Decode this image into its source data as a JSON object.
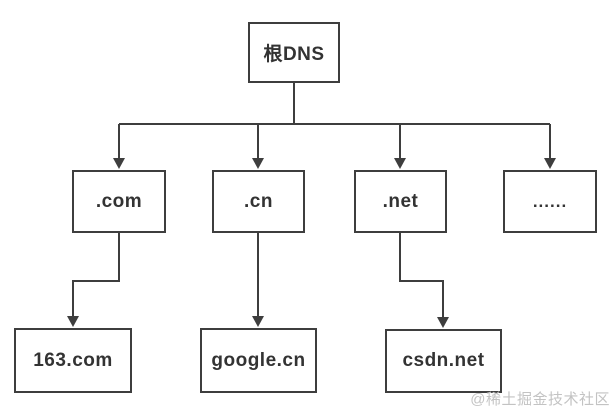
{
  "diagram": {
    "type": "hierarchy-tree",
    "topic": "DNS namespace hierarchy",
    "nodes": {
      "root": {
        "label": "根DNS",
        "level": 0
      },
      "com": {
        "label": ".com",
        "level": 1
      },
      "cn": {
        "label": ".cn",
        "level": 1
      },
      "net": {
        "label": ".net",
        "level": 1
      },
      "more": {
        "label": "......",
        "level": 1
      },
      "d163": {
        "label": "163.com",
        "level": 2
      },
      "google": {
        "label": "google.cn",
        "level": 2
      },
      "csdn": {
        "label": "csdn.net",
        "level": 2
      }
    },
    "edges": [
      {
        "from": "root",
        "to": "com"
      },
      {
        "from": "root",
        "to": "cn"
      },
      {
        "from": "root",
        "to": "net"
      },
      {
        "from": "root",
        "to": "more"
      },
      {
        "from": "com",
        "to": "d163"
      },
      {
        "from": "cn",
        "to": "google"
      },
      {
        "from": "net",
        "to": "csdn"
      }
    ],
    "colors": {
      "line": "#3e3e3e",
      "box_border": "#3e3e3e",
      "text": "#333333",
      "watermark": "#c3c3c3",
      "background": "#ffffff"
    },
    "watermark": "@稀土掘金技术社区"
  }
}
